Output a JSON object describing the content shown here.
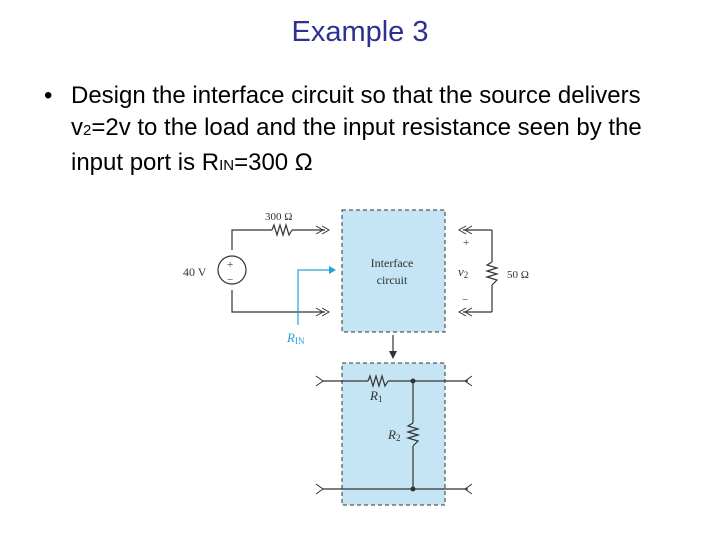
{
  "slide": {
    "title": "Example 3",
    "bullet_marker": "•",
    "bullet": {
      "part1": "Design the interface circuit so that the source delivers v",
      "v_sub": "2",
      "part2": "=2v to the load and the input resistance seen by the input port is R",
      "r_sub": "IN",
      "part3": "=300 Ω"
    }
  },
  "diagram": {
    "source_resistor_label": "300 Ω",
    "source_voltage_label": "40 V",
    "source_plus": "+",
    "source_minus": "−",
    "interface_label_line1": "Interface",
    "interface_label_line2": "circuit",
    "output_voltage": "v",
    "output_voltage_sub": "2",
    "output_plus": "+",
    "output_minus": "−",
    "load_label": "50 Ω",
    "input_resistance": "R",
    "input_resistance_sub": "IN",
    "r1": "R",
    "r1_sub": "1",
    "r2": "R",
    "r2_sub": "2",
    "colors": {
      "box_fill": "#c5e4f4",
      "rin_arrow": "#29a0dc",
      "wire": "#333333"
    }
  }
}
